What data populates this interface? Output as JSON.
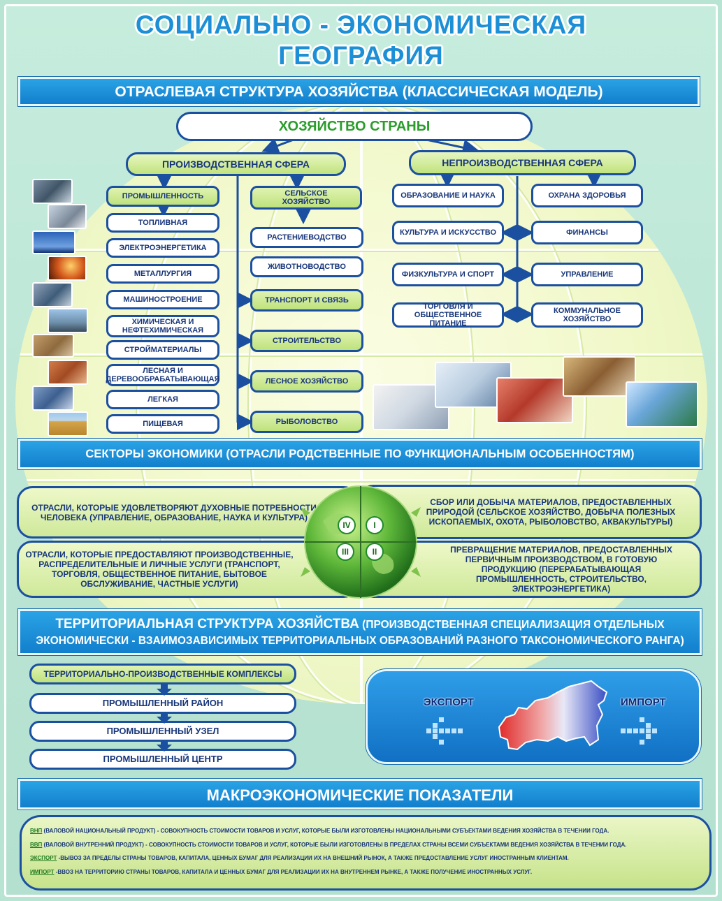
{
  "title": {
    "line1": "СОЦИАЛЬНО - ЭКОНОМИЧЕСКАЯ",
    "line2": "ГЕОГРАФИЯ"
  },
  "section1": {
    "banner": "ОТРАСЛЕВАЯ СТРУКТУРА ХОЗЯЙСТВА (КЛАССИЧЕСКАЯ МОДЕЛЬ)",
    "root": "ХОЗЯЙСТВО СТРАНЫ",
    "production": {
      "label": "ПРОИЗВОДСТВЕННАЯ СФЕРА",
      "industry": {
        "label": "ПРОМЫШЛЕННОСТЬ",
        "items": [
          "ТОПЛИВНАЯ",
          "ЭЛЕКТРОЭНЕРГЕТИКА",
          "МЕТАЛЛУРГИЯ",
          "МАШИНОСТРОЕНИЕ",
          "ХИМИЧЕСКАЯ И НЕФТЕХИМИЧЕСКАЯ",
          "СТРОЙМАТЕРИАЛЫ",
          "ЛЕСНАЯ И ДЕРЕВООБРАБАТЫВАЮЩАЯ",
          "ЛЕГКАЯ",
          "ПИЩЕВАЯ"
        ]
      },
      "agriculture": {
        "label": "СЕЛЬСКОЕ ХОЗЯЙСТВО",
        "items": [
          "РАСТЕНИЕВОДСТВО",
          "ЖИВОТНОВОДСТВО"
        ]
      },
      "other": [
        "ТРАНСПОРТ И СВЯЗЬ",
        "СТРОИТЕЛЬСТВО",
        "ЛЕСНОЕ ХОЗЯЙСТВО",
        "РЫБОЛОВСТВО"
      ]
    },
    "nonproduction": {
      "label": "НЕПРОИЗВОДСТВЕННАЯ СФЕРА",
      "left": [
        "ОБРАЗОВАНИЕ И НАУКА",
        "КУЛЬТУРА И ИСКУССТВО",
        "ФИЗКУЛЬТУРА И СПОРТ",
        "ТОРГОВЛЯ И ОБЩЕСТВЕННОЕ ПИТАНИЕ"
      ],
      "right": [
        "ОХРАНА ЗДОРОВЬЯ",
        "ФИНАНСЫ",
        "УПРАВЛЕНИЕ",
        "КОММУНАЛЬНОЕ ХОЗЯЙСТВО"
      ]
    }
  },
  "section2": {
    "banner": "СЕКТОРЫ ЭКОНОМИКИ (ОТРАСЛИ РОДСТВЕННЫЕ ПО ФУНКЦИОНАЛЬНЫМ ОСОБЕННОСТЯМ)",
    "sectors": {
      "iv": "ОТРАСЛИ, КОТОРЫЕ УДОВЛЕТВОРЯЮТ ДУХОВНЫЕ ПОТРЕБНОСТИ ЧЕЛОВЕКА (УПРАВЛЕНИЕ, ОБРАЗОВАНИЕ, НАУКА И КУЛЬТУРА)",
      "i": "СБОР ИЛИ ДОБЫЧА МАТЕРИАЛОВ, ПРЕДОСТАВЛЕННЫХ ПРИРОДОЙ (СЕЛЬСКОЕ ХОЗЯЙСТВО, ДОБЫЧА ПОЛЕЗНЫХ ИСКОПАЕМЫХ, ОХОТА, РЫБОЛОВСТВО, АКВАКУЛЬТУРЫ)",
      "iii": "ОТРАСЛИ, КОТОРЫЕ ПРЕДОСТАВЛЯЮТ ПРОИЗВОДСТВЕННЫЕ, РАСПРЕДЕЛИТЕЛЬНЫЕ И ЛИЧНЫЕ УСЛУГИ (ТРАНСПОРТ, ТОРГОВЛЯ, ОБЩЕСТВЕННОЕ ПИТАНИЕ, БЫТОВОЕ ОБСЛУЖИВАНИЕ, ЧАСТНЫЕ УСЛУГИ)",
      "ii": "ПРЕВРАЩЕНИЕ МАТЕРИАЛОВ, ПРЕДОСТАВЛЕННЫХ ПЕРВИЧНЫМ ПРОИЗВОДСТВОМ, В ГОТОВУЮ ПРОДУКЦИЮ (ПЕРЕРАБАТЫВАЮЩАЯ ПРОМЫШЛЕННОСТЬ, СТРОИТЕЛЬСТВО, ЭЛЕКТРОЭНЕРГЕТИКА)"
    },
    "numerals": {
      "iv": "IV",
      "i": "I",
      "iii": "III",
      "ii": "II"
    }
  },
  "section3": {
    "banner_main": "ТЕРРИТОРИАЛЬНАЯ СТРУКТУРА  ХОЗЯЙСТВА",
    "banner_rest1": " (ПРОИЗВОДСТВЕННАЯ СПЕЦИАЛИЗАЦИЯ ОТДЕЛЬНЫХ",
    "banner_line2": "ЭКОНОМИЧЕСКИ - ВЗАИМОЗАВИСИМЫХ ТЕРРИТОРИАЛЬНЫХ ОБРАЗОВАНИЙ РАЗНОГО ТАКСОНОМИЧЕСКОГО РАНГА)",
    "items": [
      "ТЕРРИТОРИАЛЬНО-ПРОИЗВОДСТВЕННЫЕ КОМПЛЕКСЫ",
      "ПРОМЫШЛЕННЫЙ РАЙОН",
      "ПРОМЫШЛЕННЫЙ УЗЕЛ",
      "ПРОМЫШЛЕННЫЙ ЦЕНТР"
    ],
    "export": "ЭКСПОРТ",
    "import": "ИМПОРТ"
  },
  "section4": {
    "banner": "МАКРОЭКОНОМИЧЕСКИЕ ПОКАЗАТЕЛИ",
    "defs": [
      {
        "term": "ВНП",
        "text": " (ВАЛОВОЙ НАЦИОНАЛЬНЫЙ ПРОДУКТ) - СОВОКУПНОСТЬ СТОИМОСТИ ТОВАРОВ И УСЛУГ, КОТОРЫЕ БЫЛИ ИЗГОТОВЛЕНЫ НАЦИОНАЛЬНЫМИ СУБЪЕКТАМИ ВЕДЕНИЯ  ХОЗЯЙСТВА В ТЕЧЕНИИ ГОДА."
      },
      {
        "term": "ВВП",
        "text": " (ВАЛОВОЙ ВНУТРЕННИЙ ПРОДУКТ) - СОВОКУПНОСТЬ СТОИМОСТИ ТОВАРОВ И УСЛУГ, КОТОРЫЕ БЫЛИ ИЗГОТОВЛЕНЫ В ПРЕДЕЛАХ СТРАНЫ ВСЕМИ СУБЪЕКТАМИ ВЕДЕНИЯ  ХОЗЯЙСТВА В ТЕЧЕНИИ ГОДА."
      },
      {
        "term": "ЭКСПОРТ",
        "text": " -ВЫВОЗ ЗА ПРЕДЕЛЫ СТРАНЫ ТОВАРОВ, КАПИТАЛА, ЦЕННЫХ БУМАГ ДЛЯ РЕАЛИЗАЦИИ ИХ НА ВНЕШНИЙ РЫНОК, А ТАКЖЕ ПРЕДОСТАВЛЕНИЕ УСЛУГ ИНОСТРАННЫМ КЛИЕНТАМ."
      },
      {
        "term": "ИМПОРТ",
        "text": " -ВВОЗ НА ТЕРРИТОРИЮ СТРАНЫ ТОВАРОВ, КАПИТАЛА И ЦЕННЫХ БУМАГ ДЛЯ РЕАЛИЗАЦИИ ИХ НА ВНУТРЕННЕМ РЫНКЕ, А  ТАКЖЕ ПОЛУЧЕНИЕ ИНОСТРАННЫХ УСЛУГ."
      }
    ]
  },
  "colors": {
    "background": "#b7e4d3",
    "banner": "#1a8fd9",
    "border": "#1b4fa0",
    "title": "#1c8fd6",
    "green": "#c6e38a"
  }
}
